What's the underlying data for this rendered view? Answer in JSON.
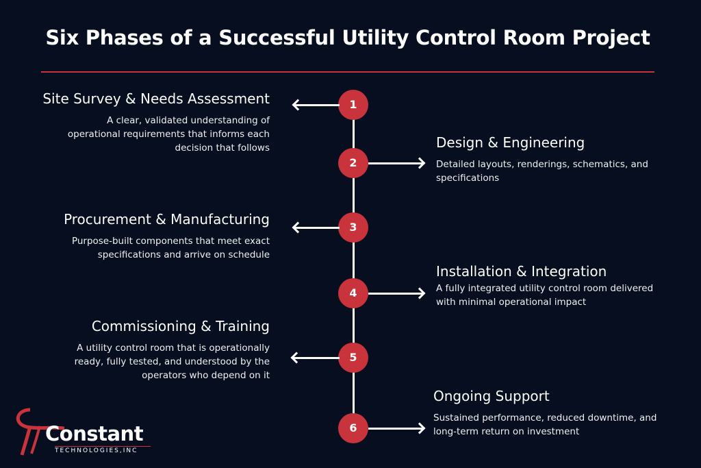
{
  "title": "Six Phases of a Successful Utility Control Room Project",
  "colors": {
    "background": "#060e20",
    "accent": "#c9343c"
  },
  "phases": [
    {
      "num": "1",
      "title": "Site Survey & Needs Assessment",
      "desc": "A clear, validated understanding of operational requirements that informs each decision that follows",
      "side": "left"
    },
    {
      "num": "2",
      "title": "Design & Engineering",
      "desc": "Detailed layouts, renderings, schematics, and specifications",
      "side": "right"
    },
    {
      "num": "3",
      "title": "Procurement & Manufacturing",
      "desc": "Purpose-built components that meet exact specifications and arrive on schedule",
      "side": "left"
    },
    {
      "num": "4",
      "title": "Installation & Integration",
      "desc": "A fully integrated utility control room delivered with minimal operational impact",
      "side": "right"
    },
    {
      "num": "5",
      "title": "Commissioning & Training",
      "desc": "A utility control room that is operationally ready, fully tested, and understood by the operators who depend on it",
      "side": "left"
    },
    {
      "num": "6",
      "title": "Ongoing Support",
      "desc": "Sustained performance, reduced downtime, and long-term return on investment",
      "side": "right"
    }
  ],
  "logo": {
    "name": "Constant",
    "sub": "TECHNOLOGIES,INC"
  }
}
